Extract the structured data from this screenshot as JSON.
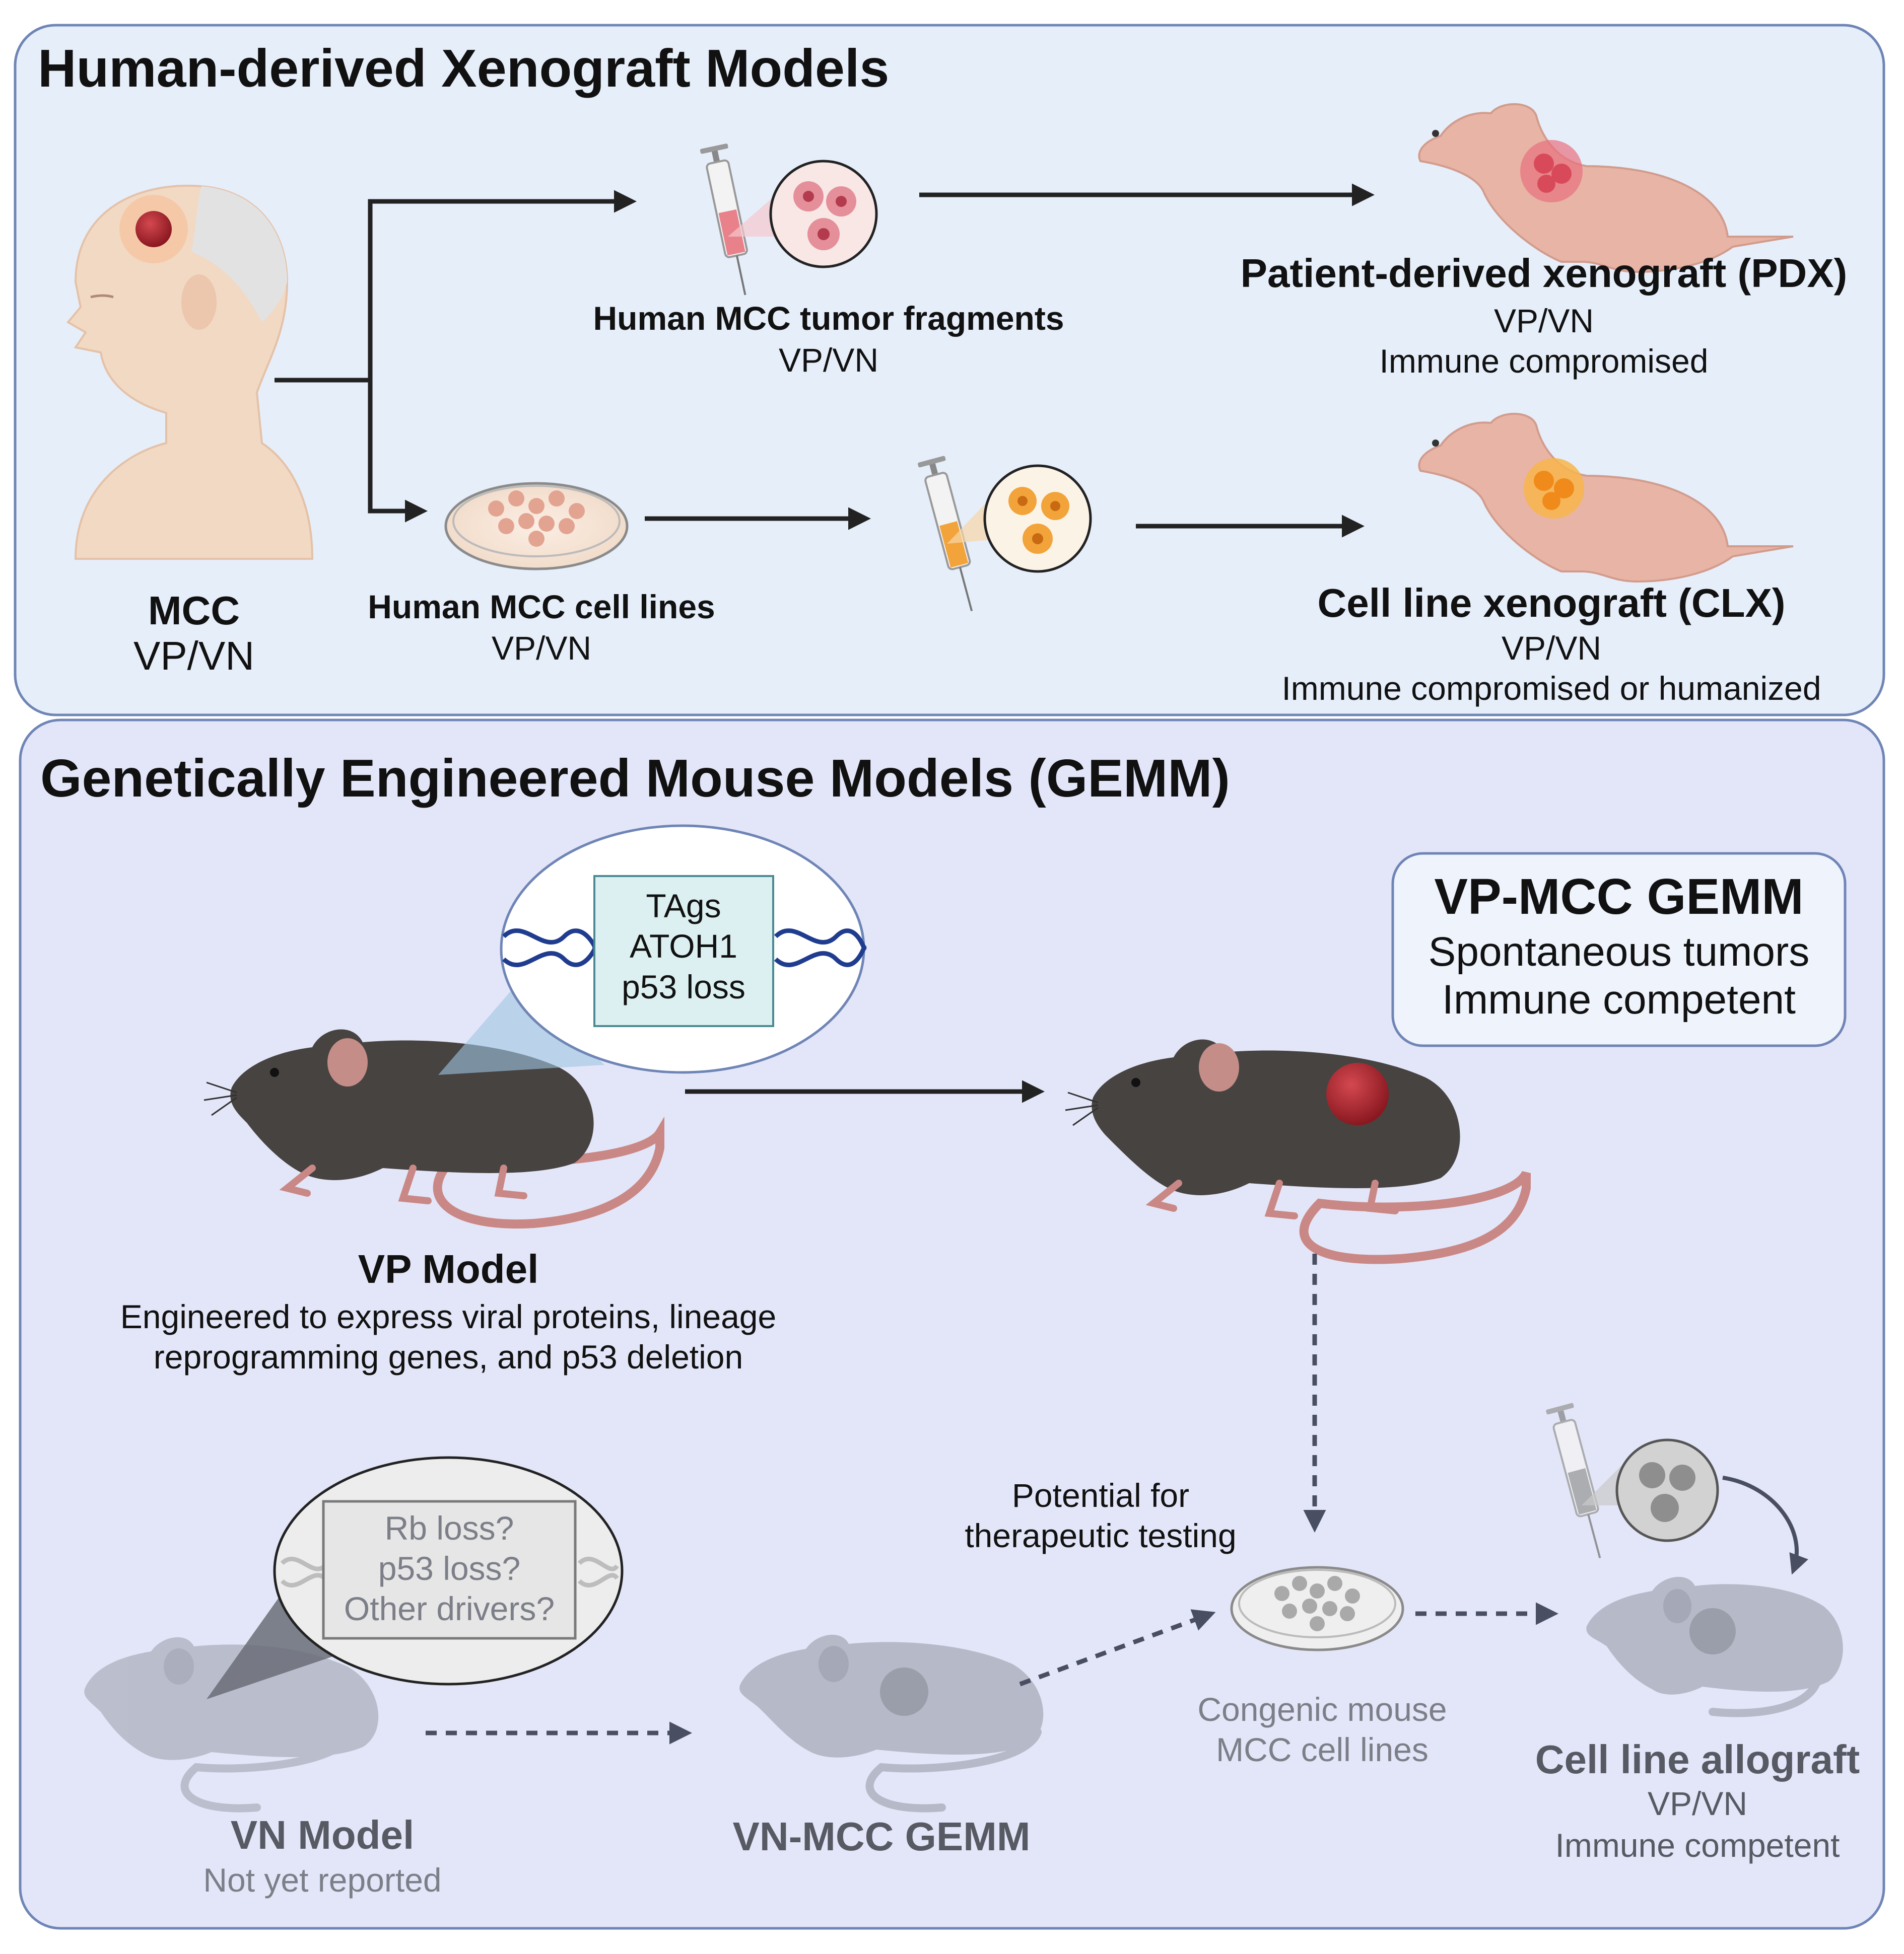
{
  "top_panel": {
    "title": "Human-derived Xenograft Models",
    "patient": {
      "name": "MCC",
      "sub": "VP/VN"
    },
    "tumor_fragments": {
      "name": "Human MCC tumor fragments",
      "sub": "VP/VN"
    },
    "cell_lines": {
      "name": "Human MCC cell lines",
      "sub": "VP/VN"
    },
    "pdx": {
      "name": "Patient-derived xenograft (PDX)",
      "sub": "VP/VN",
      "immune": "Immune compromised"
    },
    "clx": {
      "name": "Cell line xenograft (CLX)",
      "sub": "VP/VN",
      "immune": "Immune compromised or humanized"
    }
  },
  "bottom_panel": {
    "title": "Genetically Engineered Mouse Models (GEMM)",
    "vp_genes": [
      "TAgs",
      "ATOH1",
      "p53 loss"
    ],
    "vp_model": {
      "name": "VP Model",
      "desc_1": "Engineered to express viral proteins, lineage",
      "desc_2": "reprogramming genes, and p53 deletion"
    },
    "vp_gemm": {
      "name": "VP-MCC GEMM",
      "line_1": "Spontaneous tumors",
      "line_2": "Immune competent"
    },
    "vn_genes": [
      "Rb loss?",
      "p53 loss?",
      "Other drivers?"
    ],
    "vn_model": {
      "name": "VN Model",
      "sub": "Not yet reported"
    },
    "vn_gemm": {
      "name": "VN-MCC GEMM"
    },
    "therapeutic": {
      "line_1": "Potential for",
      "line_2": "therapeutic testing"
    },
    "congenic": {
      "line_1": "Congenic mouse",
      "line_2": "MCC cell lines"
    },
    "allograft": {
      "name": "Cell line allograft",
      "sub": "VP/VN",
      "immune": "Immune competent"
    }
  },
  "colors": {
    "top_panel_bg": "#e6eefa",
    "bottom_panel_bg": "#e3e6f8",
    "panel_border": "#6f85b6",
    "arrow": "#222222",
    "dashed_arrow": "#4a4e62",
    "faded_text": "#7c7e88",
    "vp_gene_box": "#dcf0f2",
    "tumor_red": "#b52730",
    "tumor_orange": "#f2a33a",
    "nude_mouse": "#e8b4a6",
    "black_mouse": "#474341",
    "faded_mouse": "#b6b9c7"
  }
}
